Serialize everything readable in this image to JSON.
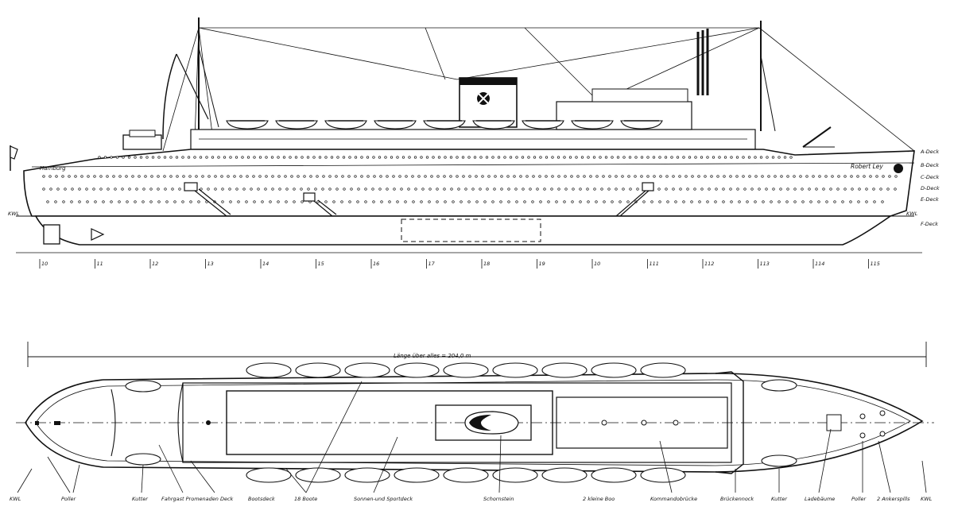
{
  "side_view": {
    "ship_name_stern": "Hamburg",
    "ship_name_bow": "Robert Ley",
    "deck_labels": [
      "A-Deck",
      "B-Deck",
      "C-Deck",
      "D-Deck",
      "E-Deck",
      "F-Deck"
    ],
    "waterline_left": "KWL",
    "waterline_right": "KWL",
    "frame_numbers": [
      "10",
      "11",
      "12",
      "13",
      "14",
      "15",
      "16",
      "17",
      "18",
      "19",
      "10",
      "111",
      "112",
      "113",
      "114",
      "115"
    ]
  },
  "plan_view": {
    "length_label": "Länge über alles = 204,0 m",
    "callouts": [
      "KWL",
      "Poller",
      "Kutter",
      "Fahrgast Promenaden Deck",
      "Bootsdeck",
      "18 Boote",
      "Sonnen-und Sportdeck",
      "Schornstein",
      "2 kleine Boo",
      "Kommandobrücke",
      "Brückennock",
      "Kutter",
      "Ladebäume",
      "Poller",
      "2 Ankerspills",
      "KWL"
    ]
  },
  "colors": {
    "ink": "#111111",
    "paper": "#ffffff"
  },
  "icons": {
    "funnel_emblem": "swastika-in-circle",
    "flag": "stern-flag"
  }
}
